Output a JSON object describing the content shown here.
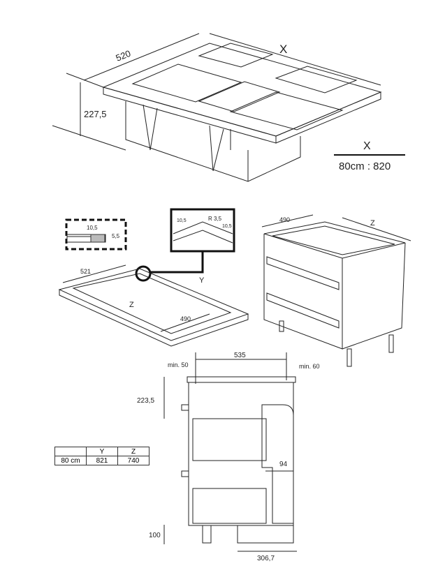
{
  "top_view": {
    "depth_label": "520",
    "width_label": "X",
    "height_label": "227,5"
  },
  "legend": {
    "symbol": "X",
    "value": "80cm : 820"
  },
  "detail_small": {
    "width": "10,5",
    "height": "5,5"
  },
  "detail_zoom": {
    "left": "10,5",
    "radius": "R 3,5",
    "right": "10,5"
  },
  "cutout": {
    "depth": "521",
    "width": "Y",
    "inner_width": "Z",
    "inner_depth": "490"
  },
  "cabinet": {
    "depth": "490",
    "width": "Z"
  },
  "section": {
    "min_left": "min. 50",
    "top_width": "535",
    "min_right": "min. 60",
    "height_top": "223,5",
    "duct": "94",
    "bottom": "100",
    "duct_depth": "306,7"
  },
  "table": {
    "headers": [
      "",
      "Y",
      "Z"
    ],
    "rows": [
      [
        "80 cm",
        "821",
        "740"
      ]
    ]
  }
}
